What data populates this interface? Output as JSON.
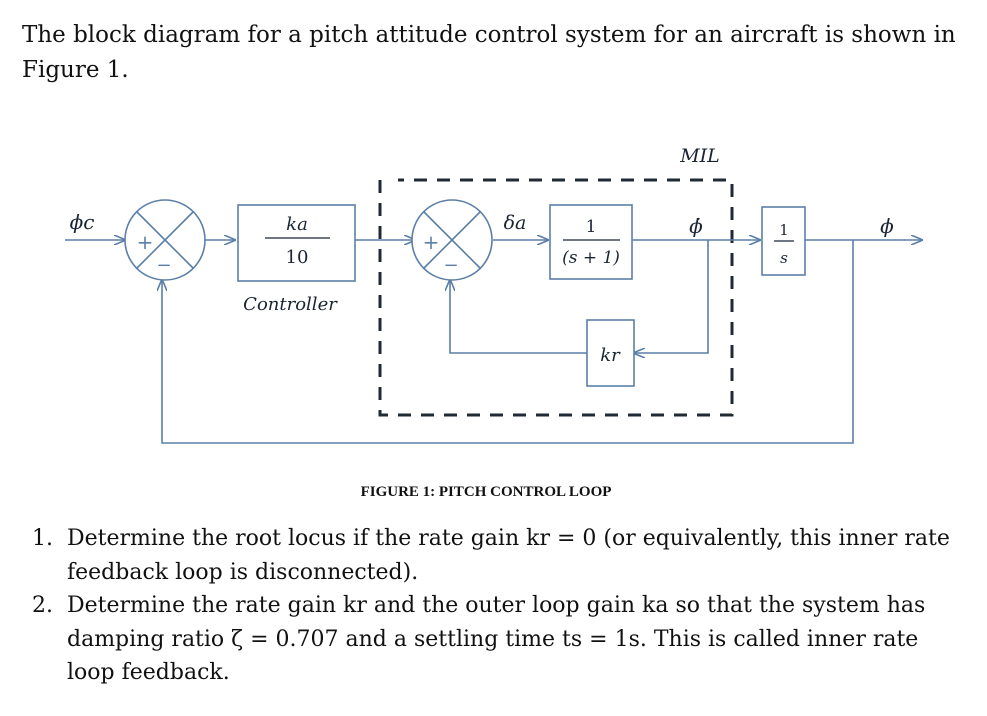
{
  "intro_text": "The block diagram for a pitch attitude control system for an aircraft is shown in Figure 1.",
  "diagram": {
    "input_label": "ϕc",
    "plus_sign": "+",
    "minus_sign": "−",
    "controller_numerator": "ka",
    "controller_denominator": "10",
    "controller_label": "Controller",
    "delta_label": "δa",
    "plant_numerator": "1",
    "plant_denominator": "(s + 1)",
    "moment_label": "MIL",
    "rate_label": "ϕ̇",
    "integrator_numerator": "1",
    "integrator_denominator": "s",
    "output_label": "ϕ",
    "rate_gain_label": "kr",
    "colors": {
      "line": "#5b7fa8",
      "dash": "#1f2a35",
      "text": "#1a2533"
    }
  },
  "figure_caption": "FIGURE 1: PITCH CONTROL LOOP",
  "questions": [
    {
      "number": "1.",
      "text": "Determine the root locus if the rate gain kr = 0 (or equivalently, this inner rate feedback loop is disconnected)."
    },
    {
      "number": "2.",
      "text": "Determine the rate gain kr and the outer loop gain ka so that the system has damping ratio ζ = 0.707 and a settling time ts = 1s. This is called inner rate loop feedback."
    }
  ]
}
